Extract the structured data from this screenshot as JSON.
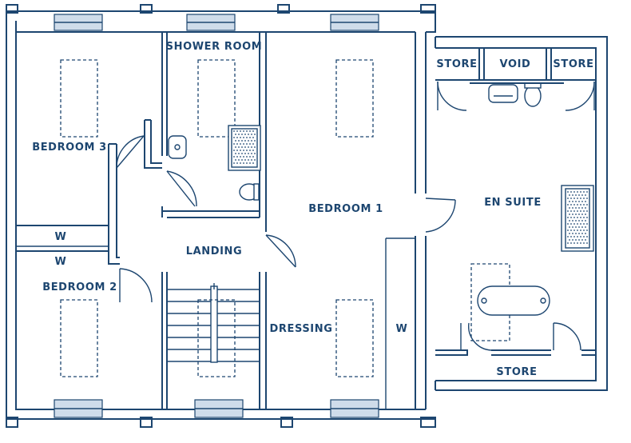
{
  "plan": {
    "rooms": {
      "shower_room": "SHOWER ROOM",
      "bedroom_3": "BEDROOM 3",
      "bedroom_1": "BEDROOM 1",
      "bedroom_2": "BEDROOM 2",
      "landing": "LANDING",
      "dressing": "DRESSING",
      "en_suite": "EN SUITE",
      "store_left": "STORE",
      "void": "VOID",
      "store_right": "STORE",
      "store_bottom": "STORE"
    },
    "wardrobes": {
      "w1": "W",
      "w2": "W",
      "w3": "W"
    },
    "colors": {
      "line": "#1d4670",
      "window_fill": "#cfdcea",
      "background": "#ffffff"
    }
  }
}
